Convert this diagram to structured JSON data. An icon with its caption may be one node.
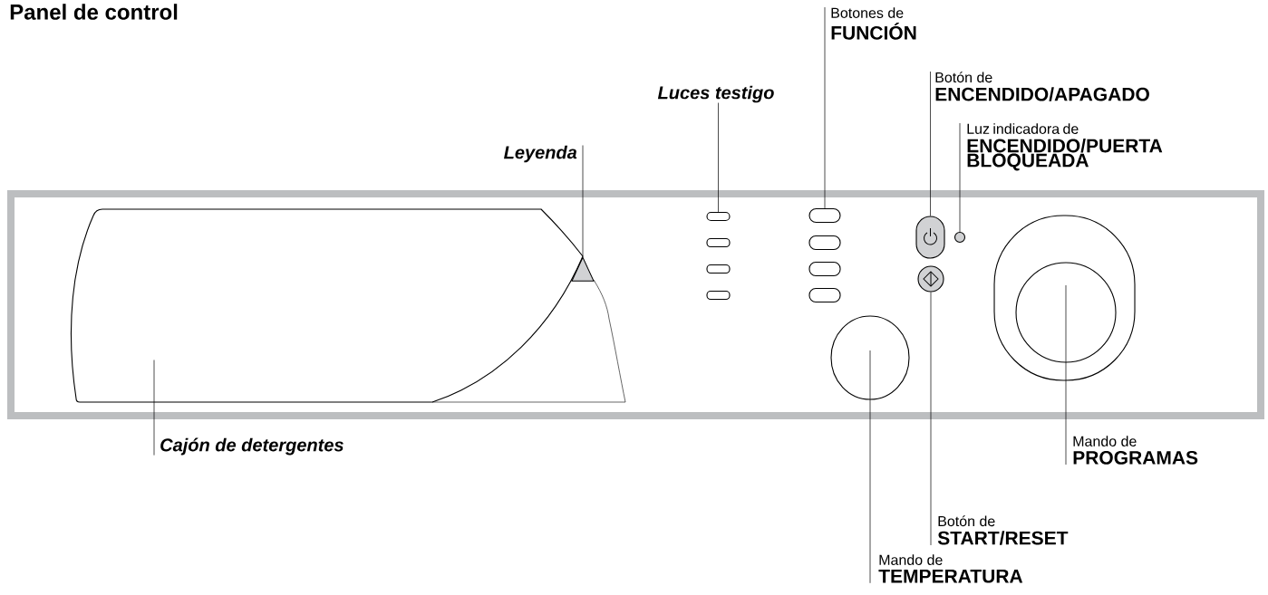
{
  "diagram": {
    "title": "Panel de control",
    "nodes": [
      {
        "text": [
          "Leyenda"
        ]
      },
      {
        "text": [],
        "shape": "triangle"
      },
      {
        "text": [
          "Luces testigo"
        ]
      },
      {
        "text": [],
        "shape": "box"
      },
      {
        "text": [
          "Botones de",
          "FUNCIÓN"
        ]
      },
      {
        "text": [],
        "shape": "box"
      },
      {
        "text": [
          "Botón de",
          "ENCENDIDO/APAGADO"
        ]
      },
      {
        "text": [],
        "shape": "box"
      },
      {
        "text": [
          "Luz indicadora de",
          "ENCENDIDO/PUERTA BLOQUEADA"
        ]
      },
      {
        "text": [],
        "shape": "circle"
      },
      {
        "text": [
          "Cajón de detergentes"
        ]
      },
      {
        "text": [],
        "shape": "drawer"
      },
      {
        "text": [
          "Mando de",
          "TEMPERATURA"
        ]
      },
      {
        "text": [],
        "shape": "circle"
      },
      {
        "text": [
          "Botón de",
          "START/RESET"
        ]
      },
      {
        "text": [],
        "shape": "circle"
      },
      {
        "text": [
          "Mando de",
          "PROGRAMAS"
        ]
      },
      {
        "text": [],
        "shape": "circle"
      }
    ],
    "edges": [
      {
        "from": 0,
        "to": 1,
        "arrow": "none"
      },
      {
        "from": 2,
        "to": 3,
        "arrow": "none"
      },
      {
        "from": 4,
        "to": 5,
        "arrow": "none"
      },
      {
        "from": 6,
        "to": 7,
        "arrow": "none"
      },
      {
        "from": 8,
        "to": 9,
        "arrow": "none"
      },
      {
        "from": 10,
        "to": 11,
        "arrow": "none"
      },
      {
        "from": 12,
        "to": 13,
        "arrow": "none"
      },
      {
        "from": 14,
        "to": 15,
        "arrow": "none"
      },
      {
        "from": 16,
        "to": 17,
        "arrow": "none"
      }
    ]
  }
}
